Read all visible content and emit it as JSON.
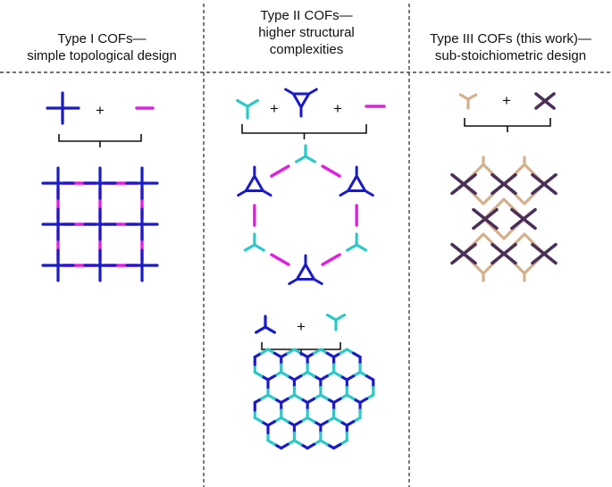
{
  "columns": [
    {
      "title_line1": "Type I COFs—",
      "title_line2": "simple topological design"
    },
    {
      "title_line1": "Type II COFs—",
      "title_line2": "higher structural",
      "title_line3": "complexities"
    },
    {
      "title_line1": "Type III COFs (this work)—",
      "title_line2": "sub-stoichiometric design"
    }
  ],
  "plus_sign": "+",
  "colors": {
    "dark_blue": "#1a1ac8",
    "magenta": "#e21ee2",
    "cyan": "#2cc8c8",
    "tan": "#d4b08c",
    "dark_purple": "#4a3058",
    "divider": "#222222"
  }
}
